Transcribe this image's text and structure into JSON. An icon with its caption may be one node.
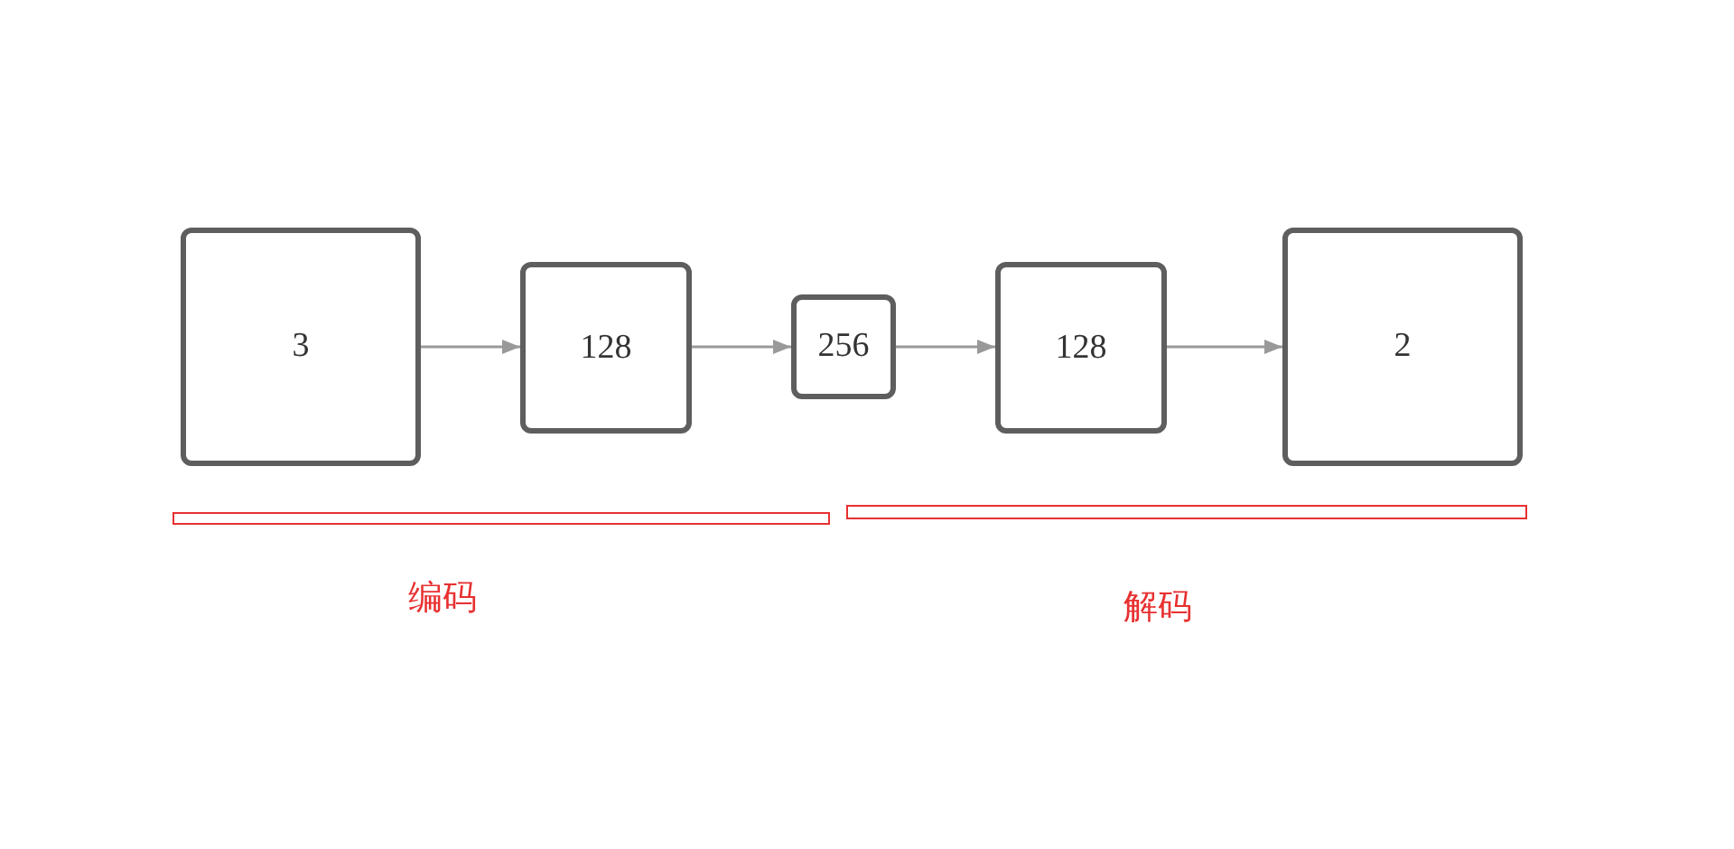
{
  "diagram": {
    "nodes": [
      {
        "text": [
          "3"
        ]
      },
      {
        "text": [
          "128"
        ]
      },
      {
        "text": [
          "256"
        ]
      },
      {
        "text": [
          "128"
        ]
      },
      {
        "text": [
          "2"
        ]
      }
    ],
    "edges": [
      {
        "from": 0,
        "to": 1,
        "arrow": "to"
      },
      {
        "from": 1,
        "to": 2,
        "arrow": "to"
      },
      {
        "from": 2,
        "to": 3,
        "arrow": "to"
      },
      {
        "from": 3,
        "to": 4,
        "arrow": "to"
      }
    ],
    "labels": [
      "编码",
      "解码"
    ]
  }
}
